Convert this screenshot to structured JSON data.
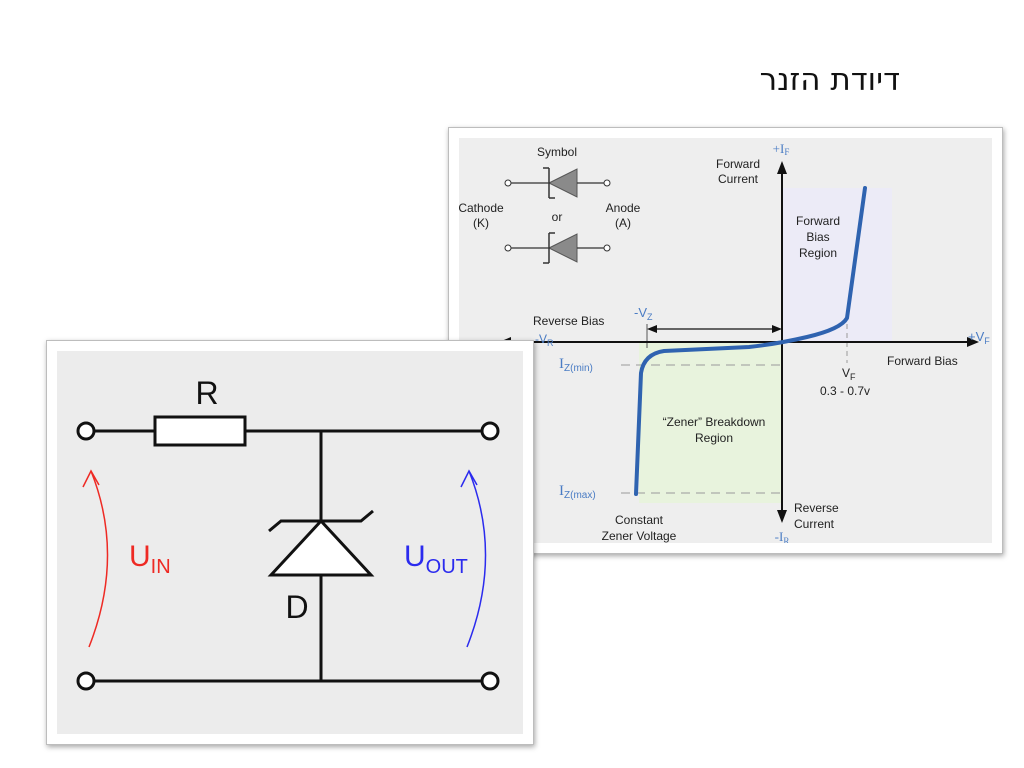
{
  "slide": {
    "title": "דיודת הזנר"
  },
  "graph": {
    "symbol_title": "Symbol",
    "cathode_line1": "Cathode",
    "cathode_line2": "(K)",
    "or_label": "or",
    "anode_line1": "Anode",
    "anode_line2": "(A)",
    "plus_if": "+I",
    "plus_if_sub": "F",
    "forward_current_line1": "Forward",
    "forward_current_line2": "Current",
    "forward_region_line1": "Forward",
    "forward_region_line2": "Bias",
    "forward_region_line3": "Region",
    "minus_vz": "-V",
    "minus_vz_sub": "Z",
    "reverse_bias": "Reverse Bias",
    "minus_vr": "-V",
    "minus_vr_sub": "R",
    "plus_vf": "+V",
    "plus_vf_sub": "F",
    "forward_bias": "Forward Bias",
    "iz_min": "I",
    "iz_min_sub": "Z(min)",
    "vf": "V",
    "vf_sub": "F",
    "vf_range": "0.3 - 0.7v",
    "zener_region_line1": "“Zener” Breakdown",
    "zener_region_line2": "Region",
    "iz_max": "I",
    "iz_max_sub": "Z(max)",
    "constant_line1": "Constant",
    "constant_line2": "Zener Voltage",
    "reverse_current_line1": "Reverse",
    "reverse_current_line2": "Current",
    "minus_ir": "-I",
    "minus_ir_sub": "R",
    "colors": {
      "curve": "#2f63b0",
      "label_blue": "#4a7cc4",
      "zener_fill": "#e8f3dd",
      "forward_fill": "#ecebf7"
    }
  },
  "circuit": {
    "resistor_label": "R",
    "diode_label": "D",
    "uin": "U",
    "uin_sub": "IN",
    "uout": "U",
    "uout_sub": "OUT",
    "colors": {
      "uin": "#ee2a24",
      "uout": "#2b2bee",
      "wire": "#111111",
      "background": "#ececec"
    }
  }
}
